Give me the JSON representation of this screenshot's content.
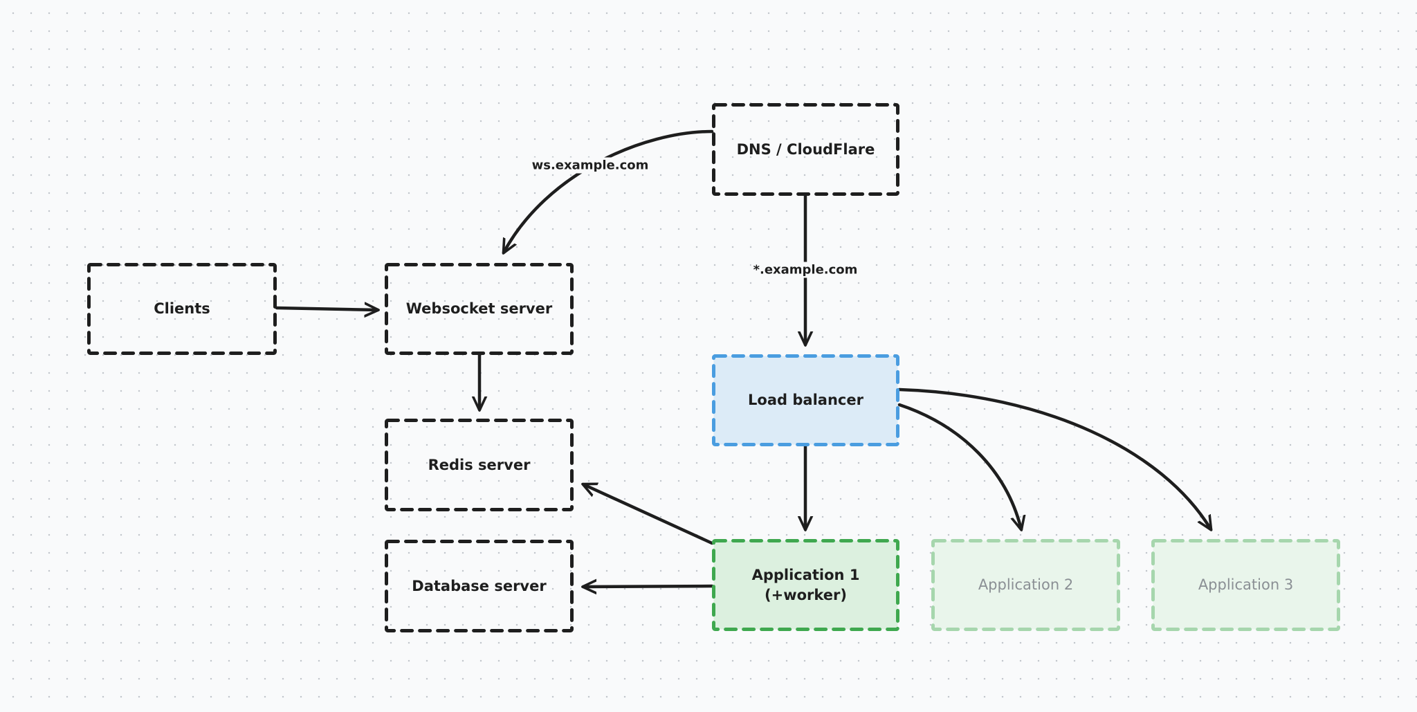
{
  "diagram": {
    "colors": {
      "stroke": "#1e1e1e",
      "balancer_fill": "#dcebf7",
      "balancer_stroke": "#4a9de0",
      "app_fill": "#dcf0df",
      "app_stroke": "#3fa84f",
      "faded_fill": "#e9f5eb",
      "faded_stroke": "#a6d6ad",
      "faded_text": "#8a8f94"
    },
    "nodes": {
      "dns": {
        "label": "DNS / CloudFlare"
      },
      "clients": {
        "label": "Clients"
      },
      "websocket": {
        "label": "Websocket server"
      },
      "balancer": {
        "label": "Load balancer"
      },
      "redis": {
        "label": "Redis server"
      },
      "database": {
        "label": "Database server"
      },
      "app1": {
        "label": "Application 1\n(+worker)"
      },
      "app2": {
        "label": "Application 2"
      },
      "app3": {
        "label": "Application 3"
      }
    },
    "edges": {
      "dns_to_websocket": {
        "label": "ws.example.com"
      },
      "dns_to_balancer": {
        "label": "*.example.com"
      }
    }
  }
}
